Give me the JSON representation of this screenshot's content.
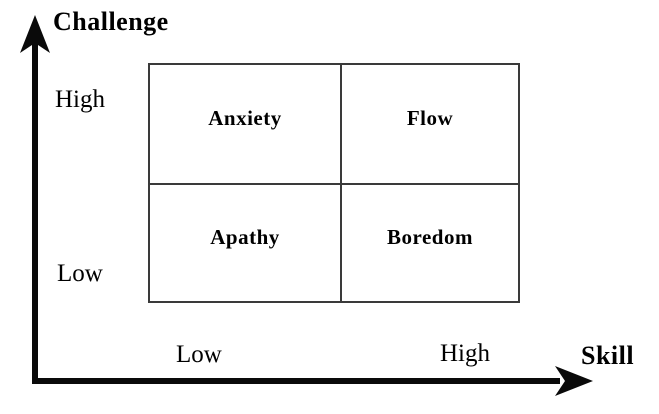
{
  "diagram": {
    "type": "quadrant-matrix",
    "y_axis": {
      "title": "Challenge",
      "ticks": [
        "High",
        "Low"
      ]
    },
    "x_axis": {
      "title": "Skill",
      "ticks": [
        "Low",
        "High"
      ]
    },
    "quadrants": [
      {
        "position": "top-left",
        "label": "Anxiety"
      },
      {
        "position": "top-right",
        "label": "Flow"
      },
      {
        "position": "bottom-left",
        "label": "Apathy"
      },
      {
        "position": "bottom-right",
        "label": "Boredom"
      }
    ],
    "colors": {
      "background": "#ffffff",
      "grid_line": "#3a3a3a",
      "axis_arrow": "#0a0a0a",
      "text": "#000000"
    }
  }
}
